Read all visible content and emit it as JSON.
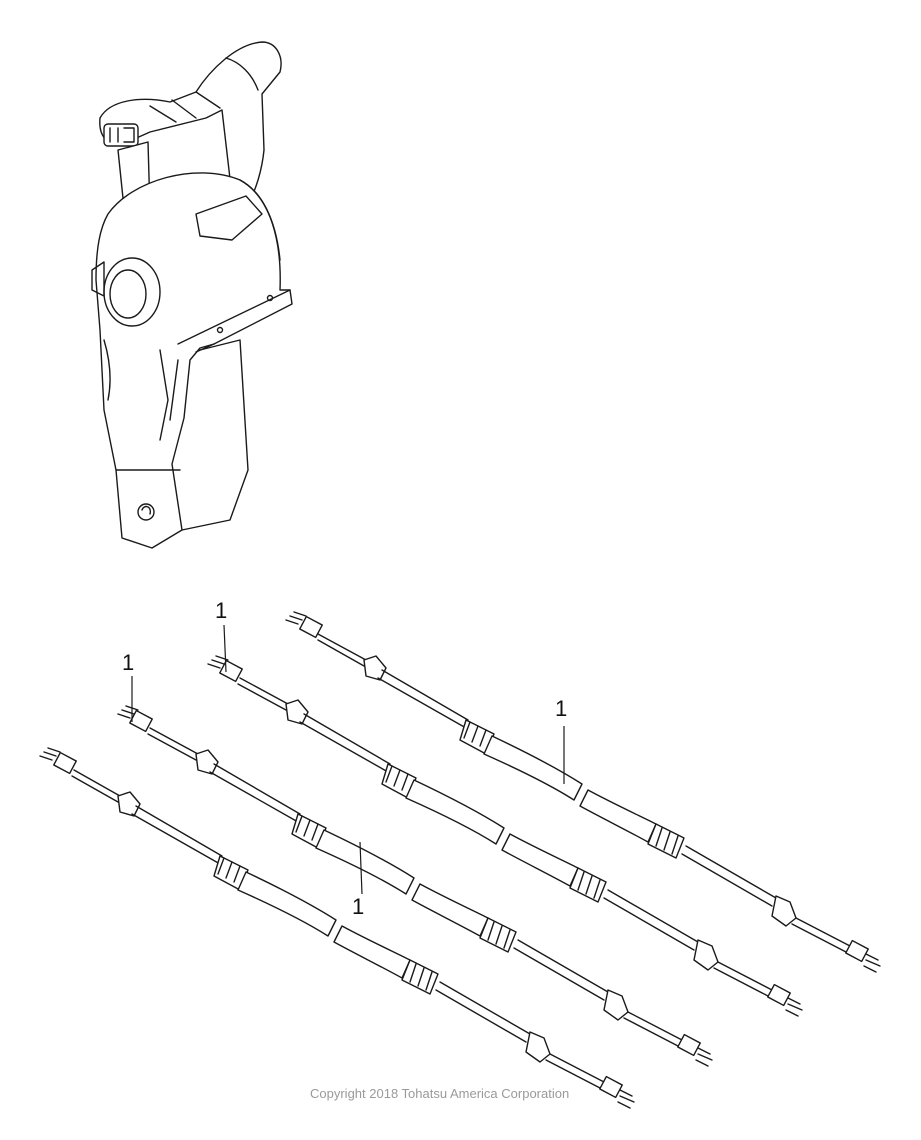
{
  "callouts": [
    {
      "label": "1"
    },
    {
      "label": "1"
    },
    {
      "label": "1"
    },
    {
      "label": "1"
    }
  ],
  "copyright": "Copyright 2018 Tohatsu America Corporation",
  "colors": {
    "line": "#1a1a1a",
    "copyright_text": "#9a9a9a",
    "background": "#ffffff"
  }
}
